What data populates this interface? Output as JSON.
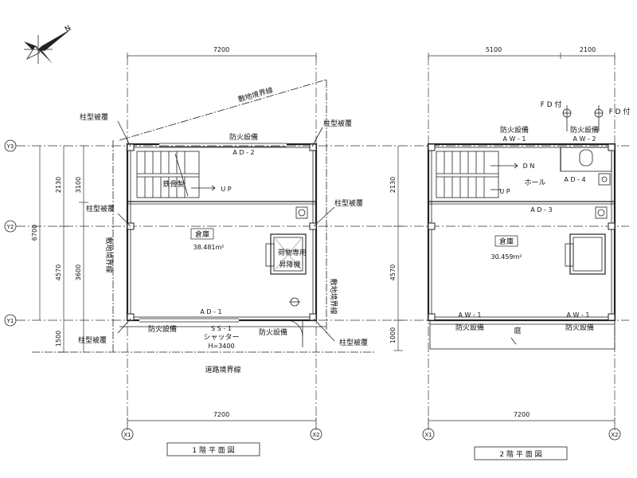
{
  "north_label": "N",
  "grid": {
    "x1": "X1",
    "x2": "X2",
    "y1": "Y1",
    "y2": "Y2",
    "y3": "Y3"
  },
  "floor1": {
    "title": "1 階 平 面 図",
    "dim_top": "7200",
    "dim_bottom": "7200",
    "dim_left_outer": "6700",
    "dim_left_2130": "2130",
    "dim_left_4570": "4570",
    "dim_left_3100": "3100",
    "dim_left_3600": "3600",
    "dim_left_1500": "1500",
    "boundary_site": "敷地境界線",
    "boundary_road": "道路境界線",
    "col_cover": "柱型被覆",
    "fire_equipment": "防火設備",
    "ad2": "A D - 2",
    "ad1": "A D - 1",
    "stair": "鉄骨製",
    "up": "U P",
    "room": "倉庫",
    "area": "38.481m²",
    "lift_line1": "荷物専用",
    "lift_line2": "昇降機",
    "ss1": "S S - 1",
    "shutter": "シャッター",
    "shutter_h": "H=3400"
  },
  "floor2": {
    "title": "2 階 平 面 図",
    "dim_top_left": "5100",
    "dim_top_right": "2100",
    "dim_bottom": "7200",
    "dim_left_2130": "2130",
    "dim_left_4570": "4570",
    "dim_left_1000": "1000",
    "fd": "F D 付",
    "fire_equipment": "防火設備",
    "aw1": "A W - 1",
    "aw2": "A W - 2",
    "ad3": "A D - 3",
    "ad4": "A D - 4",
    "dn": "D N",
    "up": "U P",
    "hall": "ホール",
    "room": "倉庫",
    "area": "30.459m²",
    "garden": "庭"
  }
}
